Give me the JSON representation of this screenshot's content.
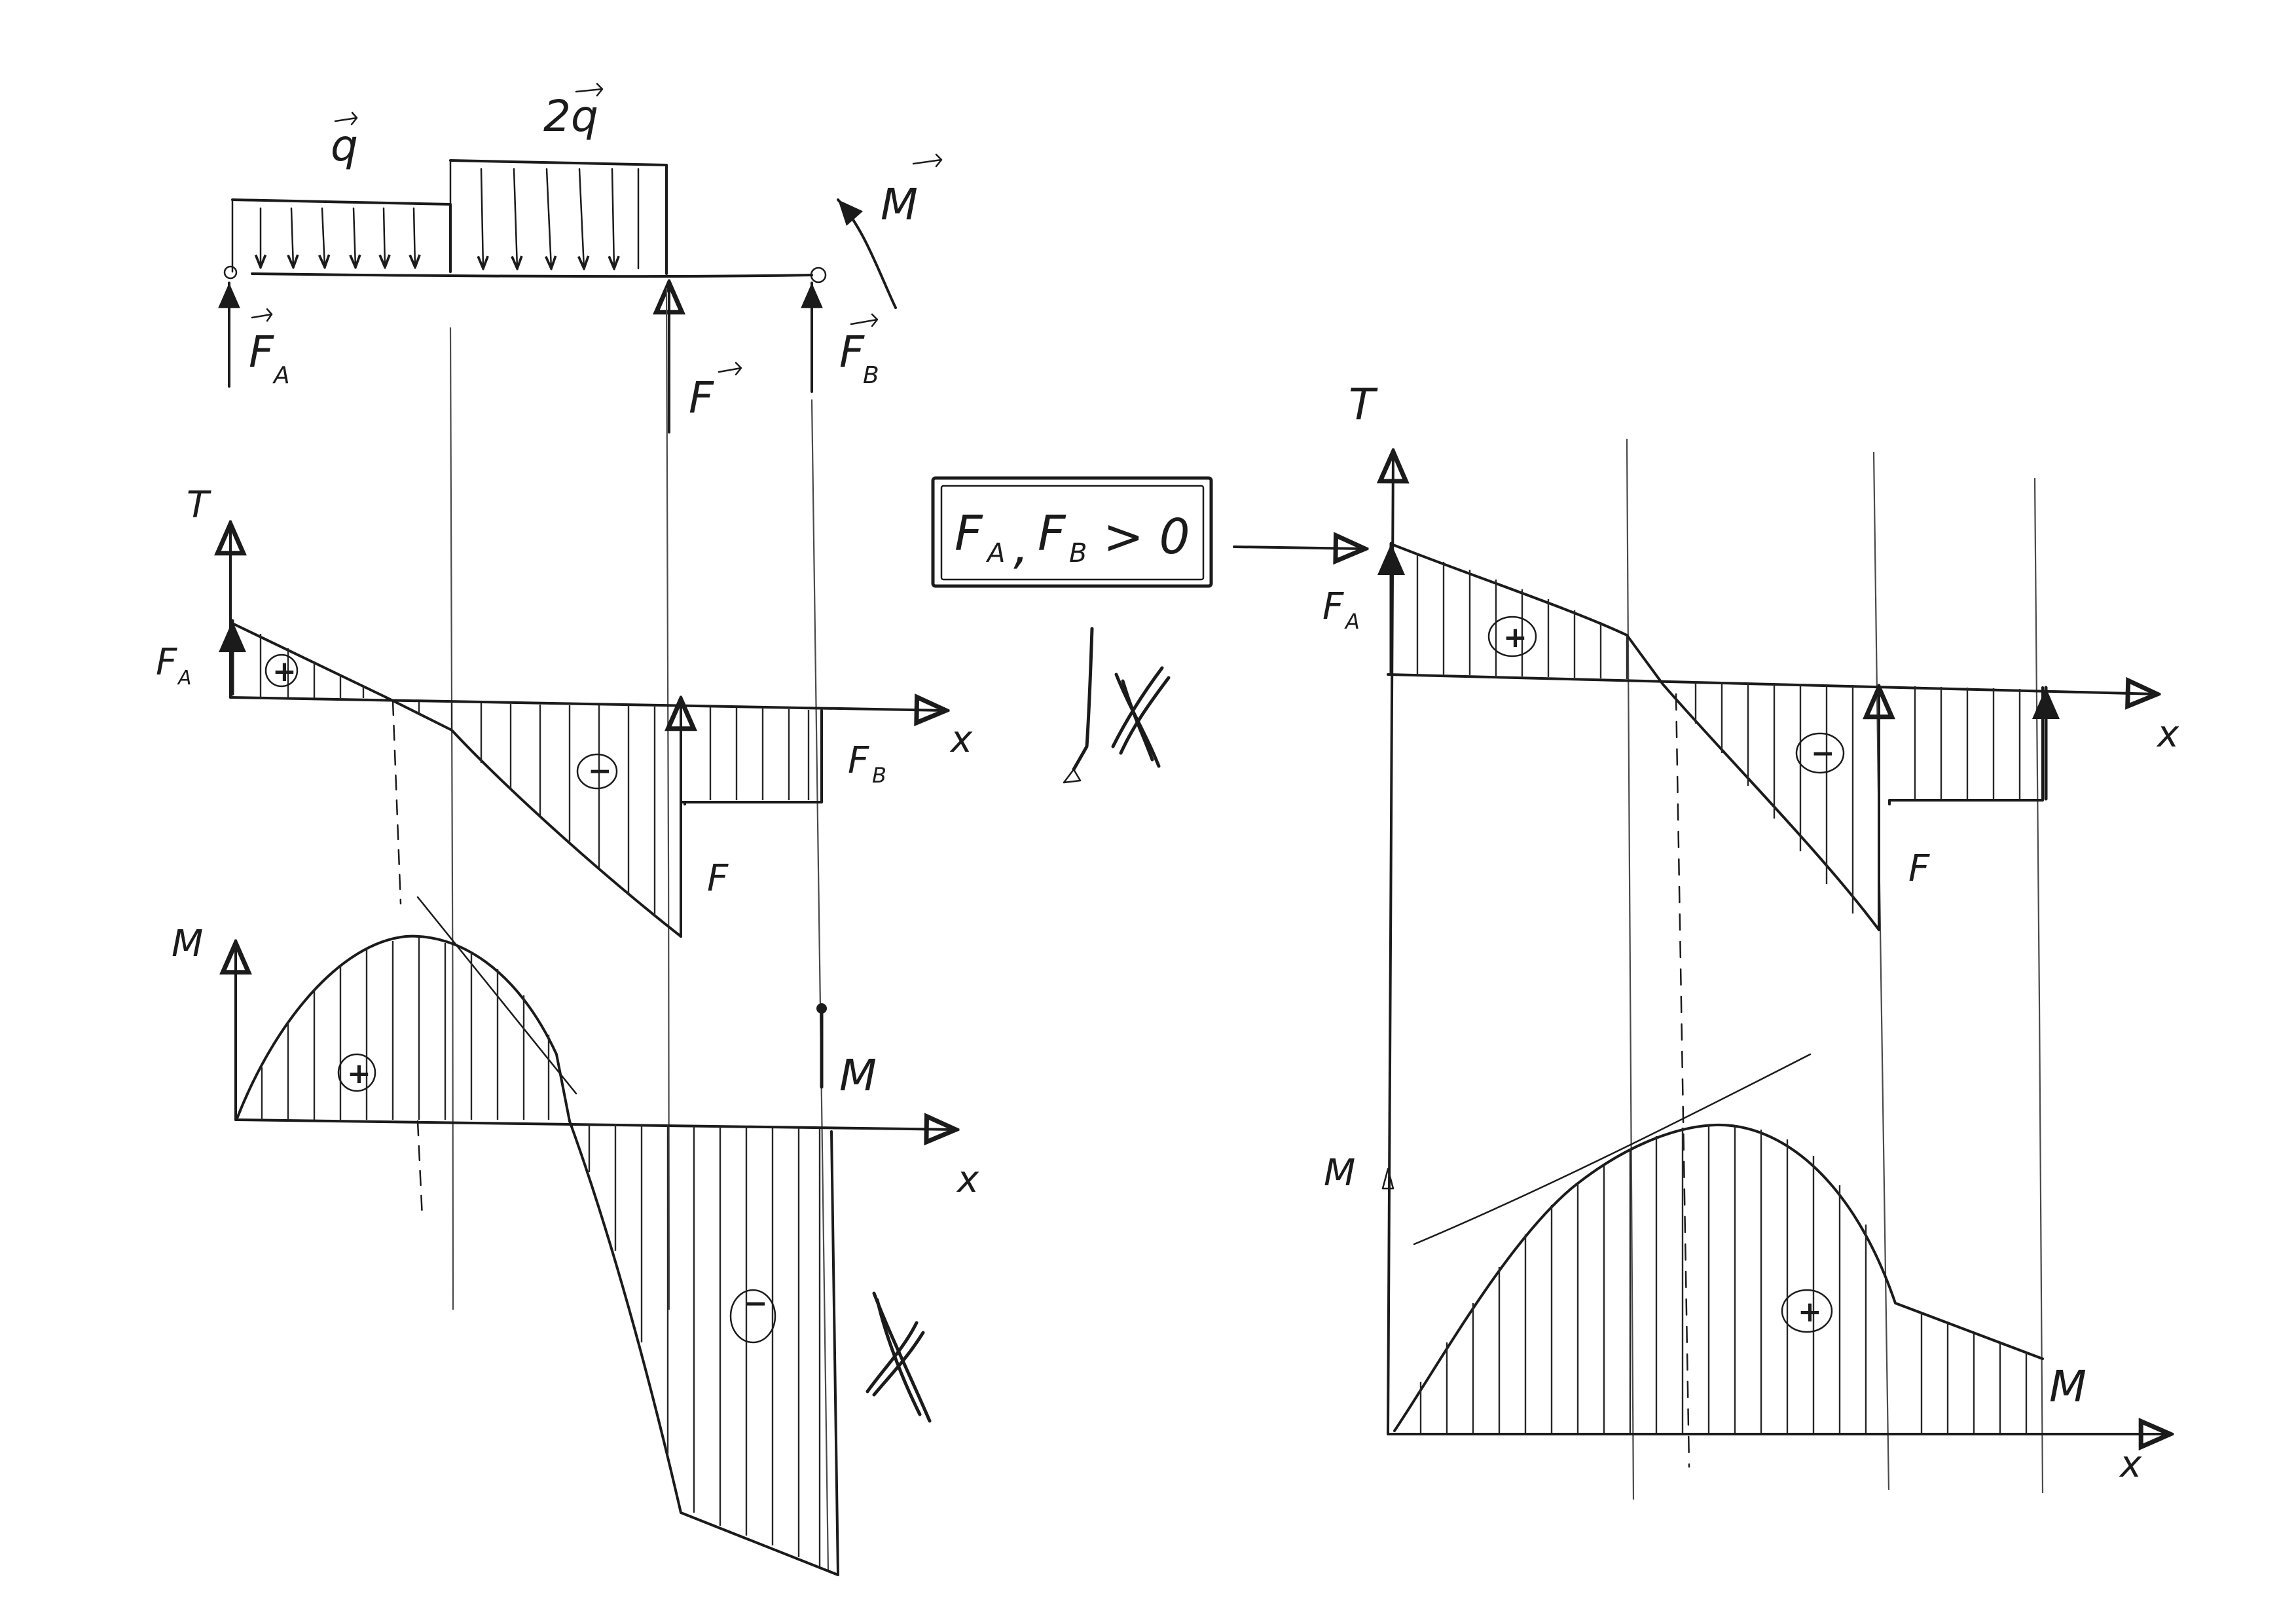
{
  "loads": {
    "q": "q",
    "q2": "2q",
    "moment": "M",
    "fa": "F",
    "fa_sub": "A",
    "f": "F",
    "fb": "F",
    "fb_sub": "B"
  },
  "left_shear": {
    "axis_y": "T",
    "axis_x": "x",
    "fa": "F",
    "fa_sub": "A",
    "fb": "F",
    "fb_sub": "B",
    "f": "F",
    "sign_pos": "+",
    "sign_neg": "−"
  },
  "left_moment": {
    "axis_y": "M",
    "axis_x": "x",
    "m": "M",
    "sign_pos": "+",
    "sign_neg": "−"
  },
  "condition": {
    "fa": "F",
    "fa_sub": "A",
    "sep": ",",
    "fb": "F",
    "fb_sub": "B",
    "rel": "> 0"
  },
  "right_shear": {
    "axis_y": "T",
    "axis_x": "x",
    "fa": "F",
    "fa_sub": "A",
    "f": "F",
    "sign_pos": "+",
    "sign_neg": "−"
  },
  "right_moment": {
    "axis_y": "M",
    "axis_x": "x",
    "m": "M",
    "sign_pos": "+"
  }
}
